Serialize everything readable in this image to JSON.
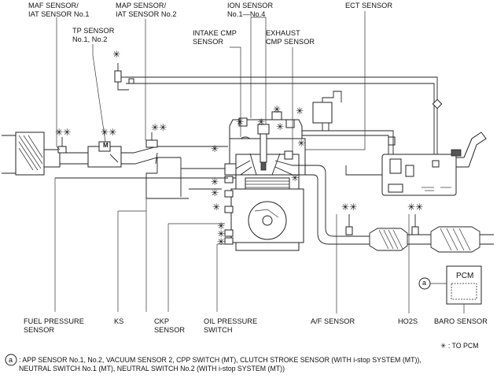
{
  "labels": {
    "maf_iat": "MAF SENSOR/\nIAT SENSOR No.1",
    "map_iat2": "MAP SENSOR/\nIAT SENSOR No.2",
    "ion": "ION SENSOR\nNo.1—No.4",
    "ect": "ECT SENSOR",
    "tp": "TP SENSOR\nNo.1, No.2",
    "intake_cmp": "INTAKE CMP\nSENSOR",
    "exhaust_cmp": "EXHAUST\nCMP SENSOR",
    "fuel_pressure": "FUEL PRESSURE\nSENSOR",
    "ks": "KS",
    "ckp": "CKP\nSENSOR",
    "oil_pressure": "OIL PRESSURE\nSWITCH",
    "af": "A/F SENSOR",
    "ho2s": "HO2S",
    "baro": "BARO SENSOR",
    "pcm": "PCM",
    "a_marker": "a",
    "to_pcm": "✳ : TO PCM",
    "footnote_line1": ": APP SENSOR No.1, No.2, VACUUM SENSOR 2, CPP SWITCH (MT), CLUTCH STROKE SENSOR (WITH i-stop SYSTEM (MT)),",
    "footnote_line2": "NEUTRAL SWITCH No.1 (MT), NEUTRAL SWITCH No.2 (WITH i-stop SYSTEM (MT))",
    "m_mark": "M",
    "asterisk": "✳",
    "double_asterisk": "✳✳"
  }
}
